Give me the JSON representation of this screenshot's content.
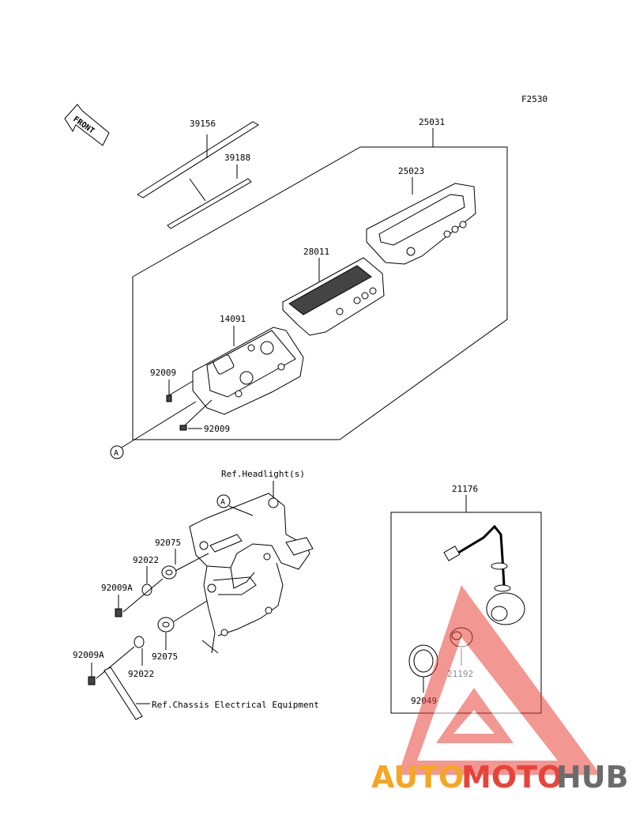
{
  "figure_code": "F2530",
  "front_label": "FRONT",
  "parts": {
    "p39156": "39156",
    "p39188": "39188",
    "p25031": "25031",
    "p25023": "25023",
    "p28011": "28011",
    "p14091": "14091",
    "p92009_top": "92009",
    "p92009_bottom": "92009",
    "p21176": "21176",
    "p92075_upper": "92075",
    "p92022_upper": "92022",
    "p92009A_upper": "92009A",
    "p92075_lower": "92075",
    "p92022_lower": "92022",
    "p92009A_lower": "92009A",
    "p21192": "21192",
    "p92049": "92049"
  },
  "refs": {
    "headlight": "Ref.Headlight(s)",
    "chassis": "Ref.Chassis Electrical Equipment"
  },
  "callout_a_top": "A",
  "callout_a_bracket": "A",
  "watermark": {
    "part1": "AUTO",
    "part2": "MOTO",
    "part3": "HUB",
    "color_orange": "#f5a623",
    "color_red": "#e8433a",
    "color_gray": "#6b6b6b"
  }
}
